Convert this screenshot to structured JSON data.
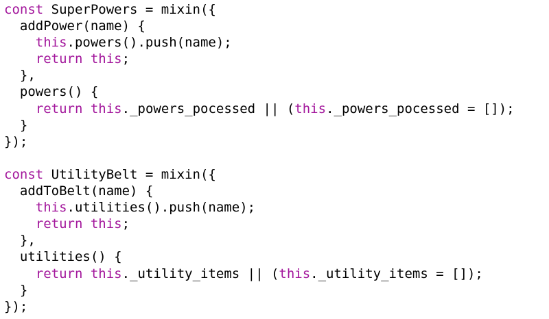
{
  "editor": {
    "keyword_color": "#a3179c",
    "text_color": "#000000",
    "background": "#ffffff",
    "lines": [
      [
        {
          "kw": true,
          "t": "const"
        },
        {
          "kw": false,
          "t": " SuperPowers = mixin({"
        }
      ],
      [
        {
          "kw": false,
          "t": "  addPower(name) {"
        }
      ],
      [
        {
          "kw": false,
          "t": "    "
        },
        {
          "kw": true,
          "t": "this"
        },
        {
          "kw": false,
          "t": ".powers().push(name);"
        }
      ],
      [
        {
          "kw": false,
          "t": "    "
        },
        {
          "kw": true,
          "t": "return"
        },
        {
          "kw": false,
          "t": " "
        },
        {
          "kw": true,
          "t": "this"
        },
        {
          "kw": false,
          "t": ";"
        }
      ],
      [
        {
          "kw": false,
          "t": "  },"
        }
      ],
      [
        {
          "kw": false,
          "t": "  powers() {"
        }
      ],
      [
        {
          "kw": false,
          "t": "    "
        },
        {
          "kw": true,
          "t": "return"
        },
        {
          "kw": false,
          "t": " "
        },
        {
          "kw": true,
          "t": "this"
        },
        {
          "kw": false,
          "t": "._powers_pocessed || ("
        },
        {
          "kw": true,
          "t": "this"
        },
        {
          "kw": false,
          "t": "._powers_pocessed = []);"
        }
      ],
      [
        {
          "kw": false,
          "t": "  }"
        }
      ],
      [
        {
          "kw": false,
          "t": "});"
        }
      ],
      [
        {
          "kw": false,
          "t": ""
        }
      ],
      [
        {
          "kw": true,
          "t": "const"
        },
        {
          "kw": false,
          "t": " UtilityBelt = mixin({"
        }
      ],
      [
        {
          "kw": false,
          "t": "  addToBelt(name) {"
        }
      ],
      [
        {
          "kw": false,
          "t": "    "
        },
        {
          "kw": true,
          "t": "this"
        },
        {
          "kw": false,
          "t": ".utilities().push(name);"
        }
      ],
      [
        {
          "kw": false,
          "t": "    "
        },
        {
          "kw": true,
          "t": "return"
        },
        {
          "kw": false,
          "t": " "
        },
        {
          "kw": true,
          "t": "this"
        },
        {
          "kw": false,
          "t": ";"
        }
      ],
      [
        {
          "kw": false,
          "t": "  },"
        }
      ],
      [
        {
          "kw": false,
          "t": "  utilities() {"
        }
      ],
      [
        {
          "kw": false,
          "t": "    "
        },
        {
          "kw": true,
          "t": "return"
        },
        {
          "kw": false,
          "t": " "
        },
        {
          "kw": true,
          "t": "this"
        },
        {
          "kw": false,
          "t": "._utility_items || ("
        },
        {
          "kw": true,
          "t": "this"
        },
        {
          "kw": false,
          "t": "._utility_items = []);"
        }
      ],
      [
        {
          "kw": false,
          "t": "  }"
        }
      ],
      [
        {
          "kw": false,
          "t": "});"
        }
      ]
    ]
  }
}
